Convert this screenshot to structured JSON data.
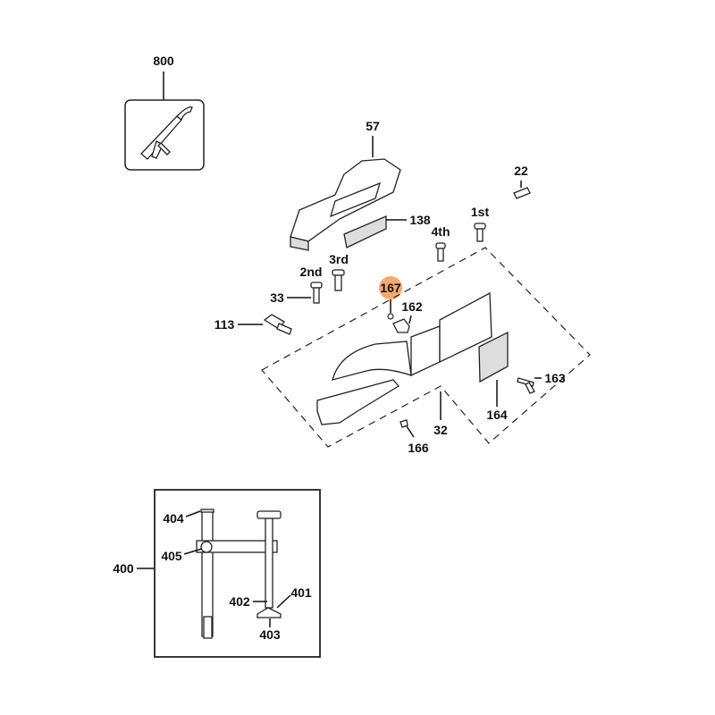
{
  "diagram": {
    "highlight_color": "#f5a96b",
    "highlighted_part": "167",
    "labels": {
      "p800": "800",
      "p57": "57",
      "p22": "22",
      "p138": "138",
      "p1st": "1st",
      "p4th": "4th",
      "p3rd": "3rd",
      "p2nd": "2nd",
      "p33": "33",
      "p167": "167",
      "p162": "162",
      "p113": "113",
      "p163": "163",
      "p164": "164",
      "p32": "32",
      "p166": "166",
      "p400": "400",
      "p404": "404",
      "p405": "405",
      "p402": "402",
      "p401": "401",
      "p403": "403"
    }
  }
}
